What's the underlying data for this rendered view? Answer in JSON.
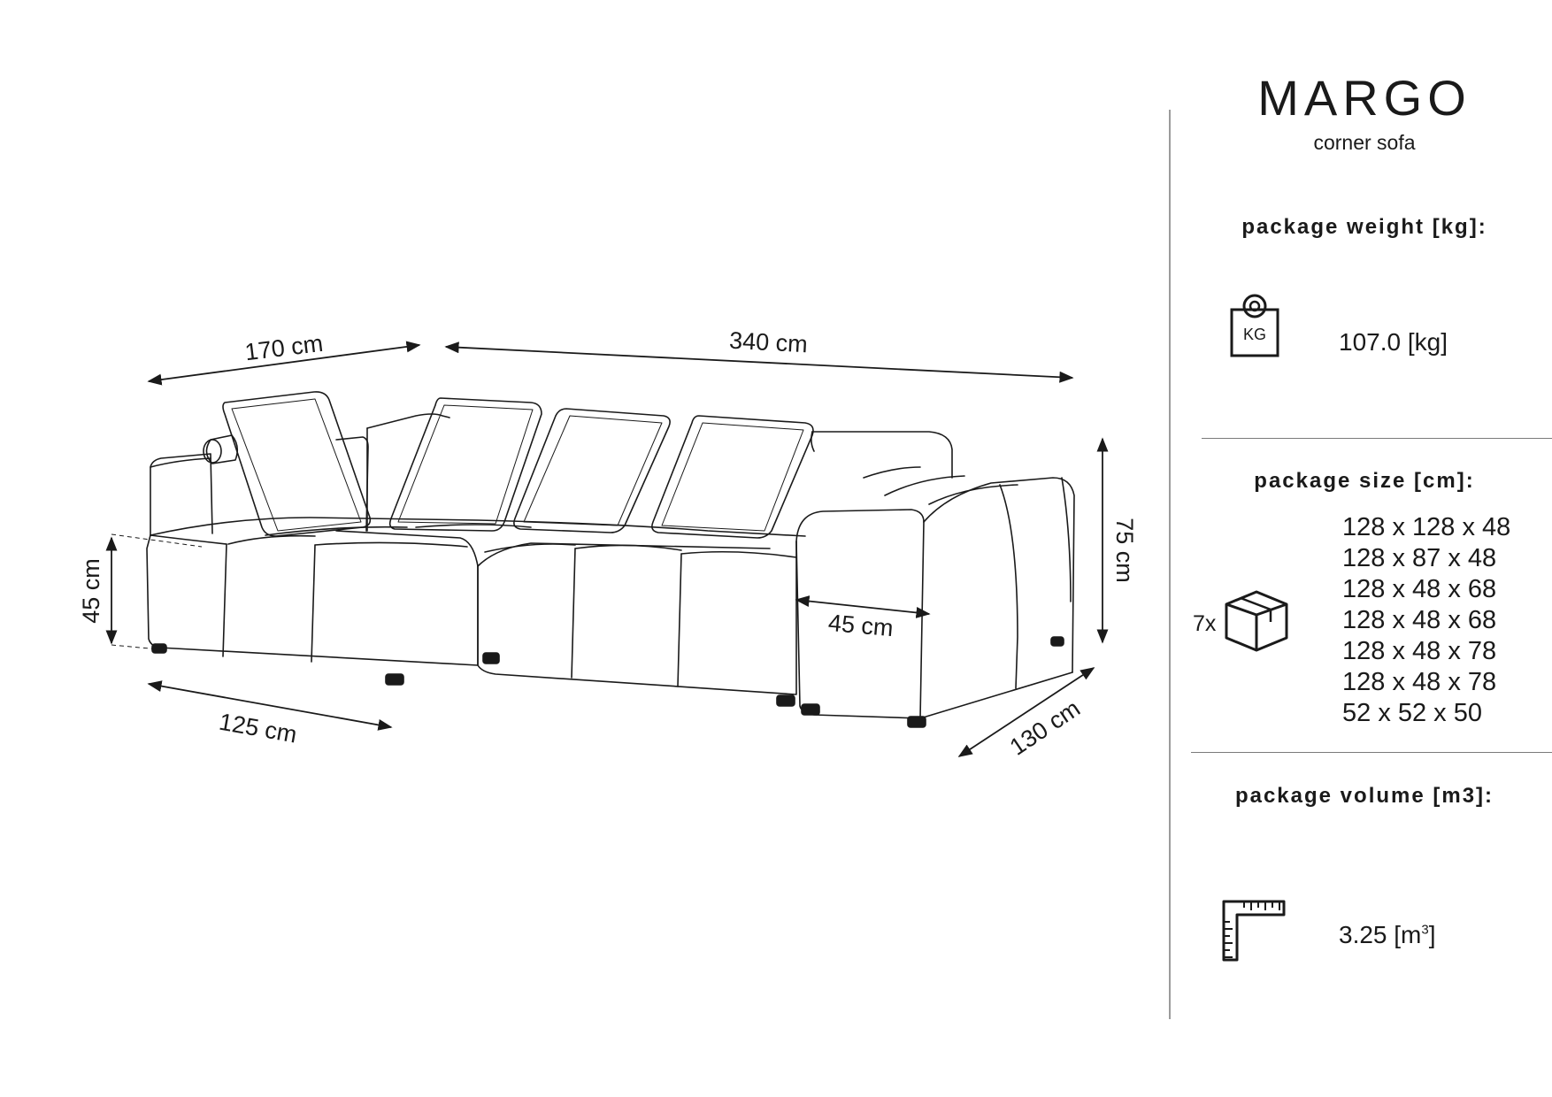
{
  "product": {
    "name": "MARGO",
    "type": "corner sofa"
  },
  "dimensions": {
    "chaise_length": "170 cm",
    "total_length": "340 cm",
    "chaise_width": "125 cm",
    "depth": "130 cm",
    "seat_height": "45 cm",
    "total_height": "75 cm",
    "seat_depth": "45 cm"
  },
  "package_weight": {
    "heading": "package weight [kg]:",
    "value": "107.0 [kg]",
    "icon": "kg-weight-icon",
    "icon_label": "KG"
  },
  "package_size": {
    "heading": "package size [cm]:",
    "count": "7x",
    "icon": "box-icon",
    "items": [
      "128 x 128 x 48",
      "128 x 87 x 48",
      "128 x 48 x 68",
      "128 x 48 x 68",
      "128 x 48 x 78",
      "128 x 48 x 78",
      "52 x 52 x 50"
    ]
  },
  "package_volume": {
    "heading": "package volume [m3]:",
    "value": "3.25 [m",
    "unit_sup": "3",
    "unit_close": "]",
    "icon": "ruler-corner-icon"
  }
}
